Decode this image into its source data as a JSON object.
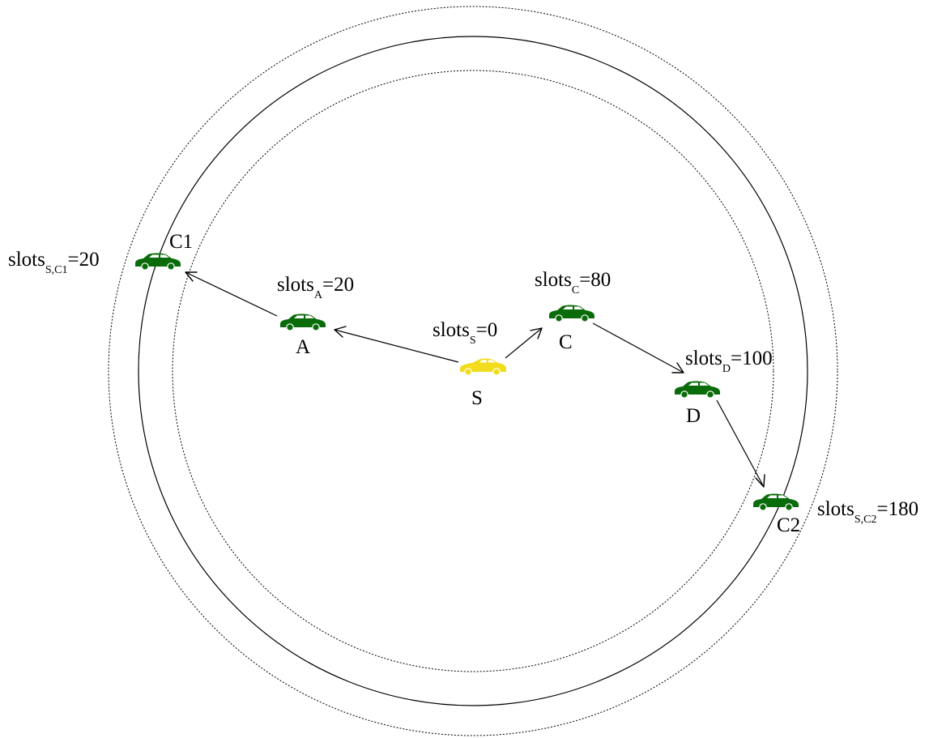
{
  "colors": {
    "source_vehicle": "#f2dc1e",
    "neighbor_vehicle": "#0a6b0a",
    "line": "#000000"
  },
  "vehicles": {
    "S": {
      "label": "S",
      "slots_prefix": "slots",
      "slots_sub": "S",
      "slots_value": "=0",
      "role": "source"
    },
    "A": {
      "label": "A",
      "slots_prefix": "slots",
      "slots_sub": "A",
      "slots_value": "=20",
      "role": "relay"
    },
    "C": {
      "label": "C",
      "slots_prefix": "slots",
      "slots_sub": "C",
      "slots_value": "=80",
      "role": "relay"
    },
    "D": {
      "label": "D",
      "slots_prefix": "slots",
      "slots_sub": "D",
      "slots_value": "=100",
      "role": "relay"
    },
    "C1": {
      "label": "C1",
      "slots_prefix": "slots",
      "slots_sub": "S,C1",
      "slots_value": "=20",
      "role": "boundary"
    },
    "C2": {
      "label": "C2",
      "slots_prefix": "slots",
      "slots_sub": "S,C2",
      "slots_value": "=180",
      "role": "boundary"
    }
  },
  "links": [
    {
      "from": "S",
      "to": "A"
    },
    {
      "from": "A",
      "to": "C1"
    },
    {
      "from": "S",
      "to": "C"
    },
    {
      "from": "C",
      "to": "D"
    },
    {
      "from": "D",
      "to": "C2"
    }
  ],
  "rings": [
    {
      "style": "dotted"
    },
    {
      "style": "solid"
    },
    {
      "style": "dotted"
    }
  ],
  "icons": {
    "vehicle": "car-icon"
  }
}
